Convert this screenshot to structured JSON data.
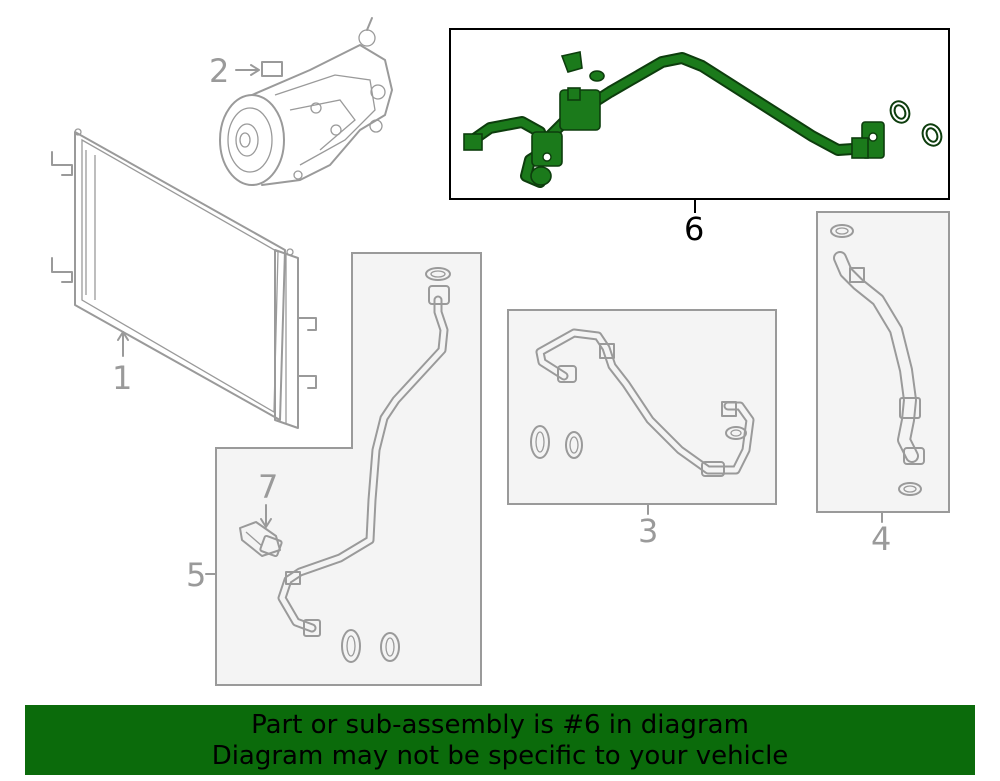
{
  "diagram": {
    "callouts": {
      "1": "1",
      "2": "2",
      "3": "3",
      "4": "4",
      "5": "5",
      "6": "6",
      "7": "7"
    },
    "highlighted_part": "6",
    "colors": {
      "highlight": "#1b7a1b",
      "part_stroke": "#9a9a9a",
      "banner_bg": "#0b6b0b",
      "box_fill": "#f4f4f4"
    }
  },
  "banner": {
    "line1": "Part or sub-assembly is #6 in diagram",
    "line2": "Diagram may not be specific to your vehicle"
  }
}
